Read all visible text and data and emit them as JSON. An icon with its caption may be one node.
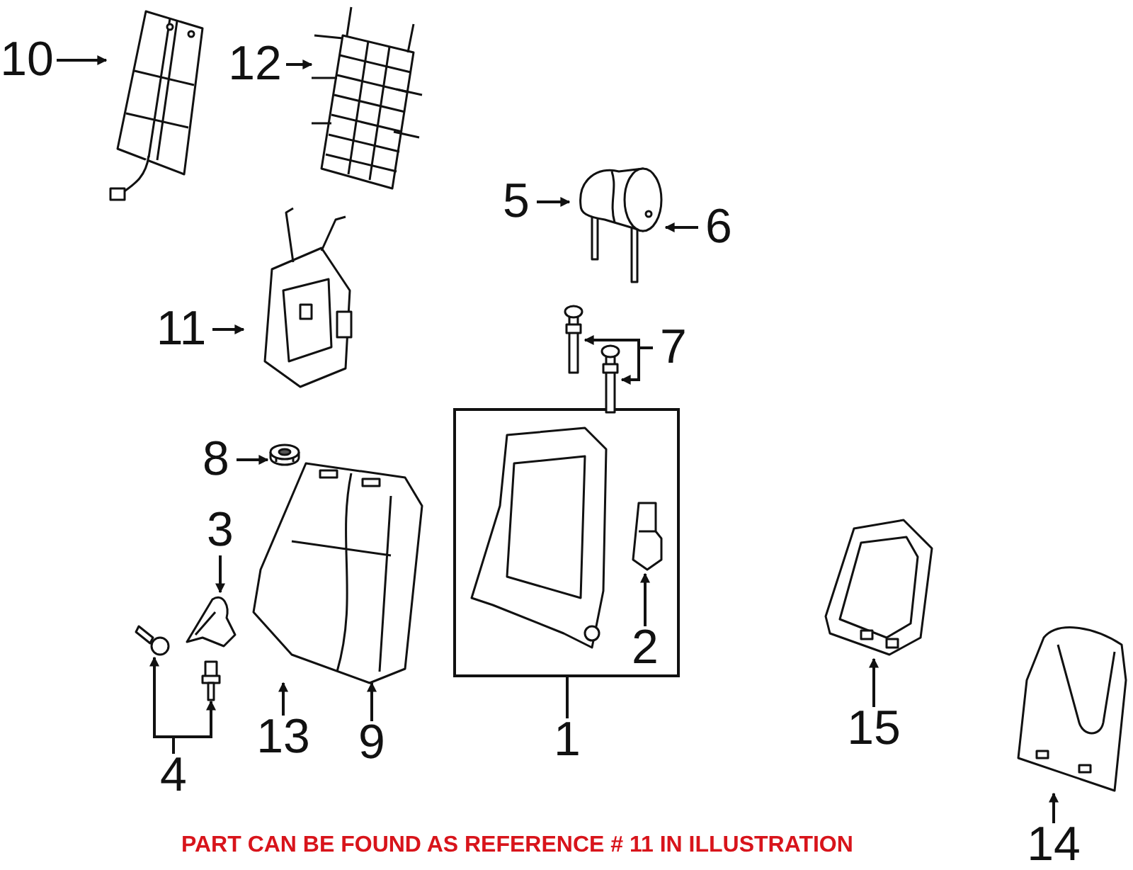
{
  "diagram": {
    "nodes": [
      {
        "text": [
          "10"
        ]
      },
      {
        "text": [],
        "shape": "picture"
      },
      {
        "text": [
          "12"
        ]
      },
      {
        "text": [],
        "shape": "picture"
      },
      {
        "text": [
          "11"
        ]
      },
      {
        "text": [],
        "shape": "picture"
      },
      {
        "text": [
          "5"
        ]
      },
      {
        "text": [],
        "shape": "picture"
      },
      {
        "text": [
          "6"
        ]
      },
      {
        "text": [
          "7"
        ]
      },
      {
        "text": [],
        "shape": "picture"
      },
      {
        "text": [],
        "shape": "picture"
      },
      {
        "text": [
          "8"
        ]
      },
      {
        "text": [],
        "shape": "picture"
      },
      {
        "text": [
          "3"
        ]
      },
      {
        "text": [],
        "shape": "picture"
      },
      {
        "text": [],
        "shape": "box"
      },
      {
        "text": [],
        "shape": "picture",
        "in": 16
      },
      {
        "text": [],
        "shape": "picture",
        "in": 16
      },
      {
        "text": [
          "2"
        ],
        "in": 16
      },
      {
        "text": [],
        "shape": "picture"
      },
      {
        "text": [],
        "shape": "picture"
      },
      {
        "text": [
          "4"
        ]
      },
      {
        "text": [],
        "shape": "picture"
      },
      {
        "text": [
          "13"
        ]
      },
      {
        "text": [
          "9"
        ]
      },
      {
        "text": [
          "1"
        ]
      },
      {
        "text": [],
        "shape": "picture"
      },
      {
        "text": [
          "15"
        ]
      },
      {
        "text": [],
        "shape": "picture"
      },
      {
        "text": [
          "14"
        ]
      }
    ],
    "edges": [
      {
        "from": 0,
        "to": 1,
        "arrow": "to"
      },
      {
        "from": 2,
        "to": 3,
        "arrow": "to"
      },
      {
        "from": 4,
        "to": 5,
        "arrow": "to"
      },
      {
        "from": 6,
        "to": 7,
        "arrow": "to"
      },
      {
        "from": 8,
        "to": 7,
        "arrow": "to"
      },
      {
        "from": 9,
        "to": 10,
        "arrow": "to"
      },
      {
        "from": 9,
        "to": 11,
        "arrow": "to"
      },
      {
        "from": 12,
        "to": 13,
        "arrow": "to"
      },
      {
        "from": 14,
        "to": 15,
        "arrow": "to"
      },
      {
        "from": 19,
        "to": 18,
        "arrow": "to"
      },
      {
        "from": 22,
        "to": 20,
        "arrow": "to"
      },
      {
        "from": 22,
        "to": 21,
        "arrow": "to"
      },
      {
        "from": 24,
        "to": 23,
        "arrow": "to"
      },
      {
        "from": 25,
        "to": 23,
        "arrow": "to"
      },
      {
        "from": 26,
        "to": 16,
        "arrow": "none"
      },
      {
        "from": 28,
        "to": 27,
        "arrow": "to"
      },
      {
        "from": 30,
        "to": 29,
        "arrow": "to"
      }
    ],
    "labels": [
      "PART CAN BE FOUND AS REFERENCE # 11 IN ILLUSTRATION"
    ]
  }
}
